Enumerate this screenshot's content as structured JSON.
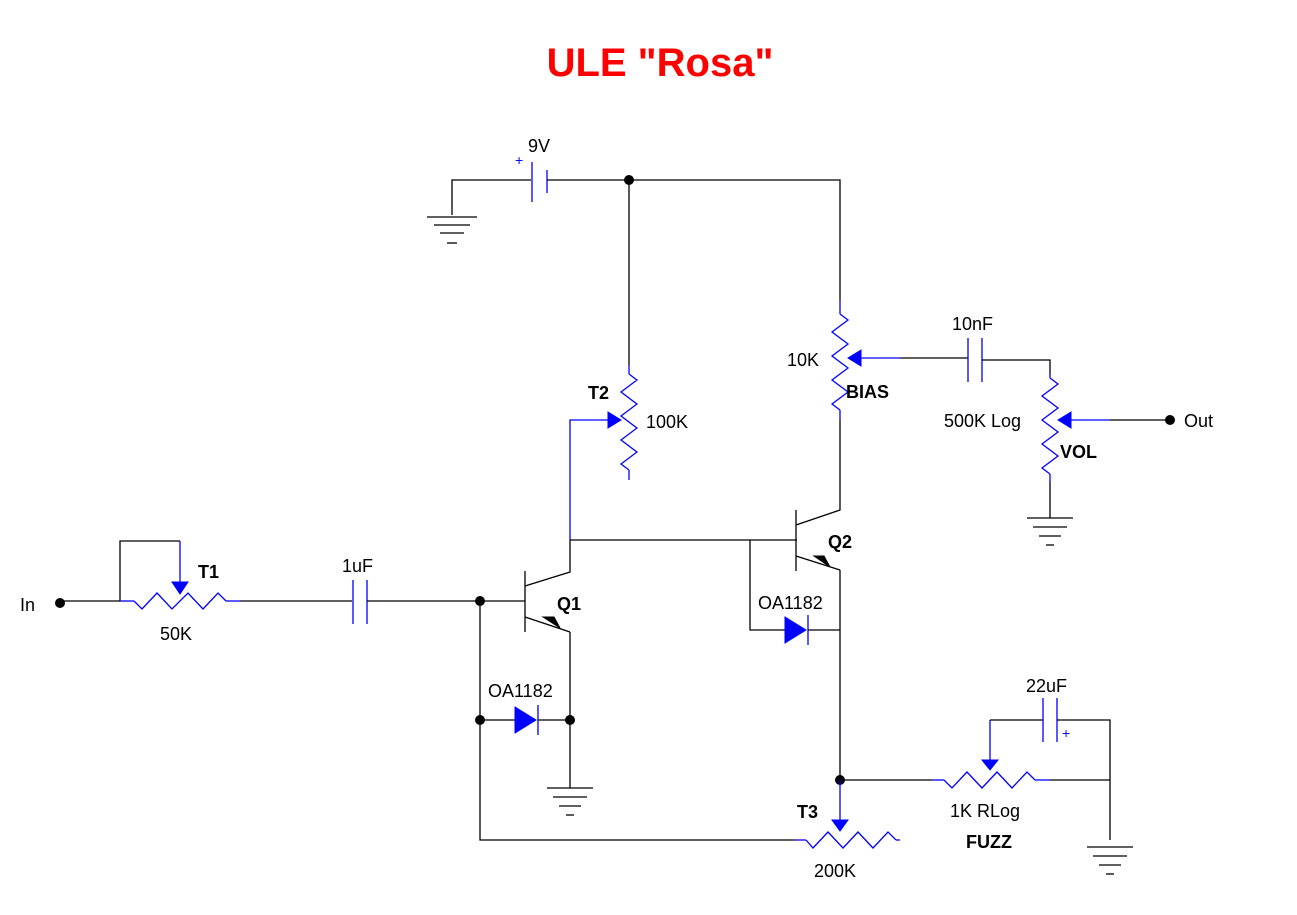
{
  "title": "ULE \"Rosa\"",
  "colors": {
    "title": "#ff0000",
    "components": "#0000ff",
    "wires": "#000000"
  },
  "supply": {
    "label": "9V",
    "polarity": "+"
  },
  "terminals": {
    "input": "In",
    "output": "Out"
  },
  "components": {
    "t1": {
      "ref": "T1",
      "value": "50K"
    },
    "c_in": {
      "value": "1uF"
    },
    "q1": {
      "ref": "Q1"
    },
    "d1": {
      "value": "OA1182"
    },
    "t2": {
      "ref": "T2",
      "value": "100K"
    },
    "q2": {
      "ref": "Q2"
    },
    "d2": {
      "value": "OA1182"
    },
    "bias": {
      "ref": "BIAS",
      "value": "10K"
    },
    "c_out": {
      "value": "10nF"
    },
    "vol": {
      "ref": "VOL",
      "value": "500K Log"
    },
    "t3": {
      "ref": "T3",
      "value": "200K"
    },
    "fuzz": {
      "ref": "FUZZ",
      "value": "1K RLog"
    },
    "c_fuzz": {
      "value": "22uF",
      "polarity": "+"
    }
  }
}
